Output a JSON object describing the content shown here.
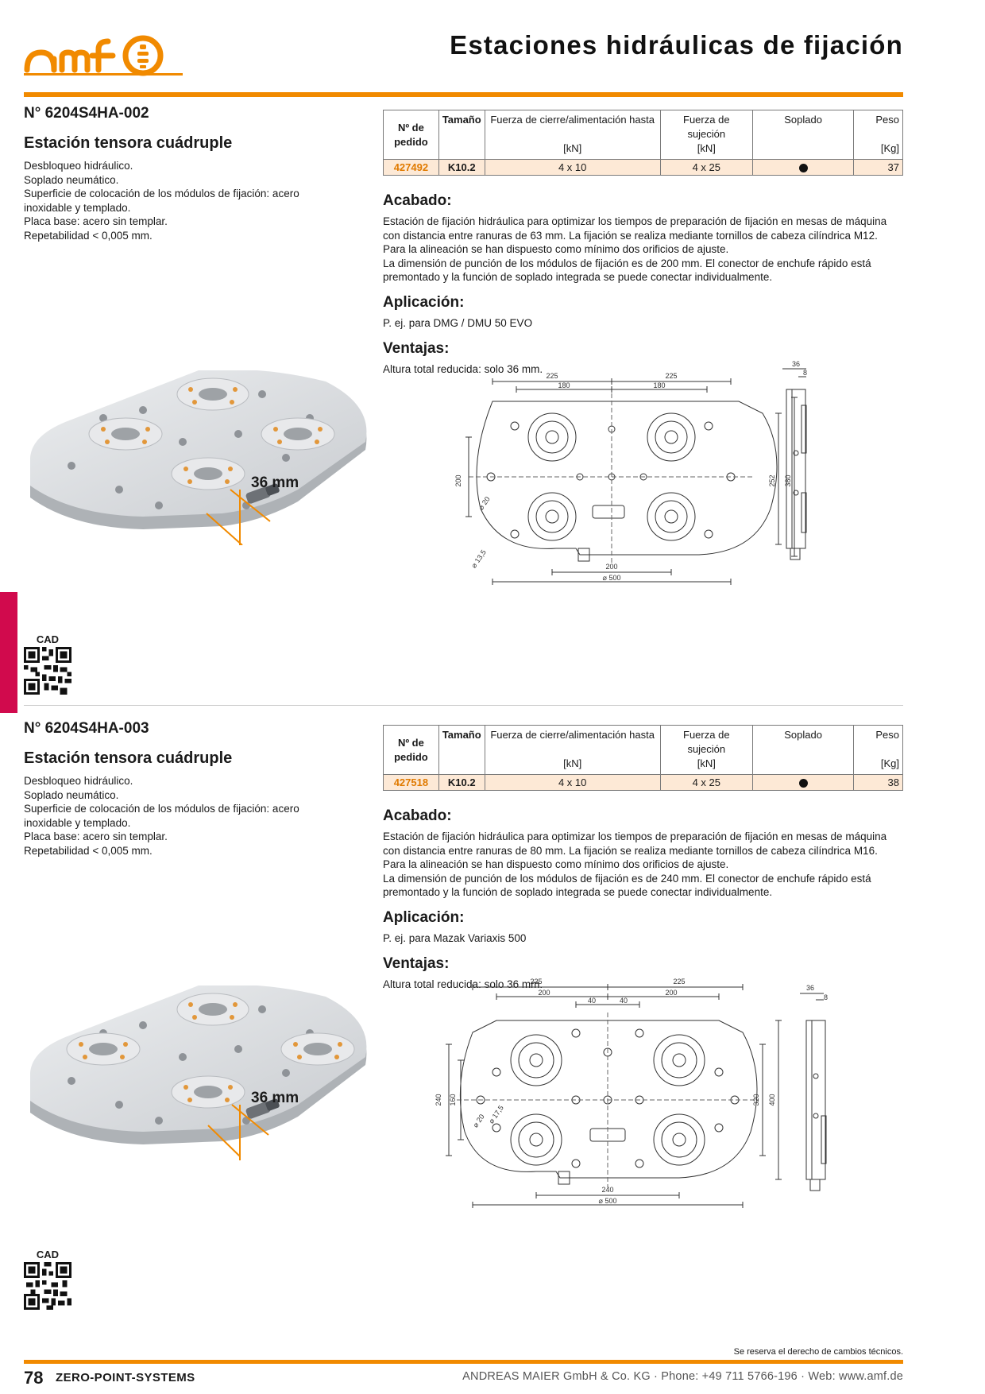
{
  "header": {
    "brand": "amf",
    "title": "Estaciones hidráulicas de fijación"
  },
  "table_headers": {
    "order": "Nº de pedido",
    "size": "Tamaño",
    "force": "Fuerza de cierre/alimentación hasta",
    "force_unit": "[kN]",
    "clamp": "Fuerza de sujeción",
    "clamp_unit": "[kN]",
    "blow": "Soplado",
    "weight": "Peso",
    "weight_unit": "[Kg]"
  },
  "labels": {
    "acabado": "Acabado:",
    "aplicacion": "Aplicación:",
    "ventajas": "Ventajas:",
    "height": "36 mm",
    "cad": "CAD"
  },
  "products": [
    {
      "number": "N° 6204S4HA-002",
      "name": "Estación tensora cuádruple",
      "description": [
        "Desbloqueo hidráulico.",
        "Soplado neumático.",
        "Superficie de colocación de los módulos de fijación: acero inoxidable y templado.",
        "Placa base: acero sin templar.",
        "Repetabilidad < 0,005 mm."
      ],
      "row": {
        "order_no": "427492",
        "size": "K10.2",
        "force": "4 x 10",
        "clamp": "4 x 25",
        "weight": "37"
      },
      "acabado": "Estación de fijación hidráulica para optimizar los tiempos de preparación de fijación en mesas de máquina con distancia entre ranuras de 63 mm. La fijación se realiza mediante tornillos de cabeza cilíndrica M12. Para la alineación se han dispuesto como mínimo dos orificios de ajuste.",
      "acabado2": "La dimensión de punción de los módulos de fijación es de 200 mm. El conector de enchufe rápido está premontado y la función de soplado integrada se puede conectar individualmente.",
      "aplicacion": "P. ej. para DMG / DMU 50 EVO",
      "ventajas": "Altura total reducida: solo 36 mm.",
      "dims": {
        "a": "225",
        "b": "225",
        "c": "180",
        "d": "180",
        "e": "200",
        "f": "252",
        "g": "380",
        "h": "200",
        "i": "⌀ 500",
        "j": "⌀ 20",
        "k": "⌀ 13,5",
        "l": "36",
        "m": "8"
      }
    },
    {
      "number": "N° 6204S4HA-003",
      "name": "Estación tensora cuádruple",
      "description": [
        "Desbloqueo hidráulico.",
        "Soplado neumático.",
        "Superficie de colocación de los módulos de fijación: acero inoxidable y templado.",
        "Placa base: acero sin templar.",
        "Repetabilidad < 0,005 mm."
      ],
      "row": {
        "order_no": "427518",
        "size": "K10.2",
        "force": "4 x 10",
        "clamp": "4 x 25",
        "weight": "38"
      },
      "acabado": "Estación de fijación hidráulica para optimizar los tiempos de preparación de fijación en mesas de máquina con distancia entre ranuras de 80 mm. La fijación se realiza mediante tornillos de cabeza cilíndrica M16. Para la alineación se han dispuesto como mínimo dos orificios de ajuste.",
      "acabado2": "La dimensión de punción de los módulos de fijación es de 240 mm. El conector de enchufe rápido está premontado y la función de soplado integrada se puede conectar individualmente.",
      "aplicacion": "P. ej. para Mazak Variaxis 500",
      "ventajas": "Altura total reducida: solo 36 mm.",
      "dims": {
        "a": "225",
        "b": "225",
        "c": "200",
        "d": "200",
        "n": "40",
        "o": "40",
        "p": "240",
        "q": "160",
        "f": "320",
        "g": "400",
        "h": "240",
        "i": "⌀ 500",
        "j": "⌀ 20",
        "k": "⌀ 17,5",
        "l": "36",
        "m": "8"
      }
    }
  ],
  "footer": {
    "disclaimer": "Se reserva el derecho de cambios técnicos.",
    "page": "78",
    "series": "ZERO-POINT-SYSTEMS",
    "company": "ANDREAS MAIER GmbH & Co. KG · Phone: +49 711 5766-196 · Web: www.amf.de"
  },
  "colors": {
    "accent": "#f18a00",
    "tab": "#d10a4d",
    "row_bg": "#fde9d6"
  }
}
